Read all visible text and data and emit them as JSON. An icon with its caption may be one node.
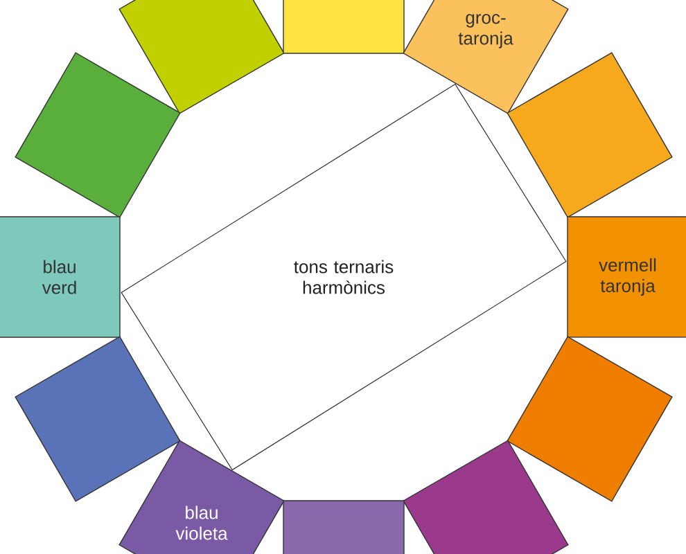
{
  "diagram": {
    "nodes": [
      {
        "text": [],
        "shape": "box"
      },
      {
        "text": [],
        "shape": "box"
      },
      {
        "text": [
          "groc-taronja"
        ]
      },
      {
        "text": [],
        "shape": "box"
      },
      {
        "text": [],
        "shape": "box"
      },
      {
        "text": [
          "tons ternaris harmònics"
        ]
      },
      {
        "text": [
          "blau verd"
        ]
      },
      {
        "text": [
          "vermell taronja"
        ]
      },
      {
        "text": [],
        "shape": "box"
      },
      {
        "text": [],
        "shape": "box"
      },
      {
        "text": [],
        "shape": "box"
      },
      {
        "text": [
          "blau violeta"
        ]
      },
      {
        "text": [],
        "shape": "box"
      }
    ]
  }
}
